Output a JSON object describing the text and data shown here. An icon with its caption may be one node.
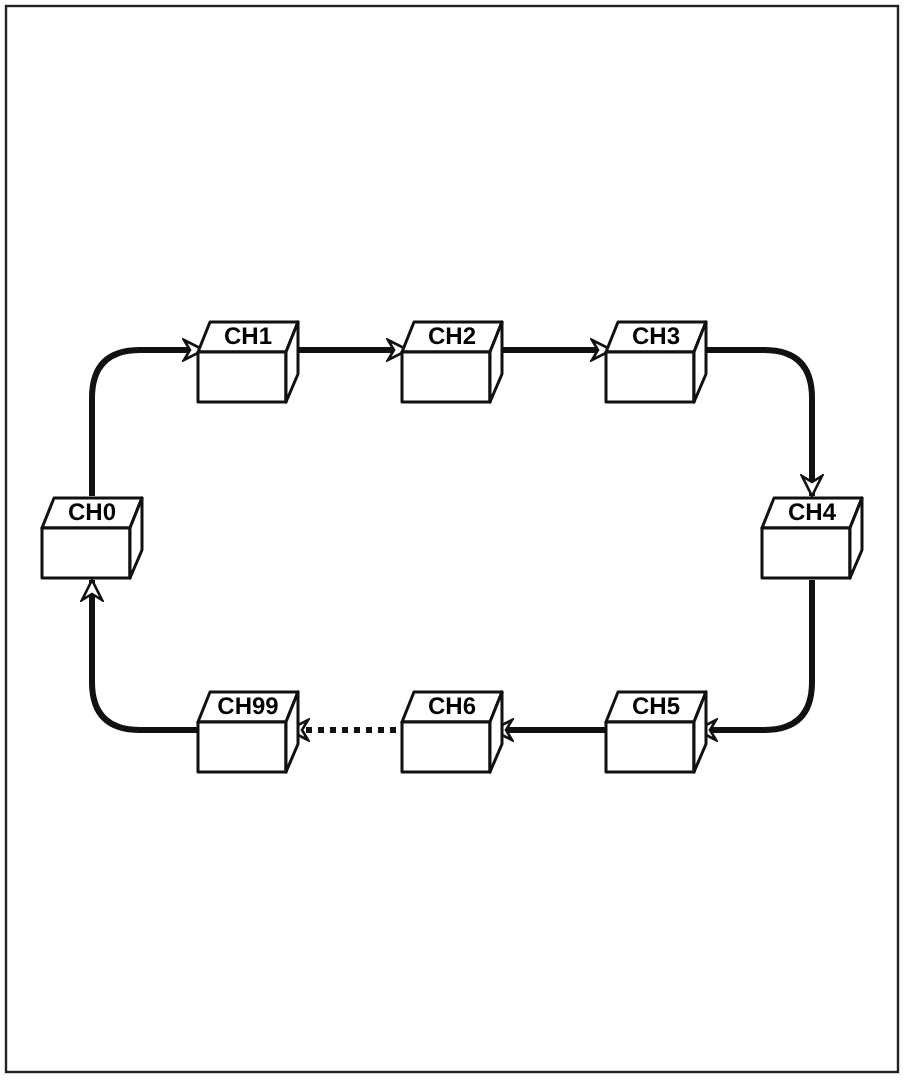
{
  "diagram": {
    "nodes": [
      {
        "text": [
          "CH0"
        ]
      },
      {
        "text": [
          "CH1"
        ]
      },
      {
        "text": [
          "CH2"
        ]
      },
      {
        "text": [
          "CH3"
        ]
      },
      {
        "text": [
          "CH4"
        ]
      },
      {
        "text": [
          "CH5"
        ]
      },
      {
        "text": [
          "CH6"
        ]
      },
      {
        "text": [
          "CH99"
        ]
      }
    ],
    "edges": [
      {
        "from": 0,
        "to": 1,
        "arrow": "to"
      },
      {
        "from": 1,
        "to": 2,
        "arrow": "to"
      },
      {
        "from": 2,
        "to": 3,
        "arrow": "to"
      },
      {
        "from": 3,
        "to": 4,
        "arrow": "to"
      },
      {
        "from": 4,
        "to": 5,
        "arrow": "to"
      },
      {
        "from": 5,
        "to": 6,
        "arrow": "to"
      },
      {
        "from": 6,
        "to": 7,
        "arrow": "to",
        "style": "dashed"
      },
      {
        "from": 7,
        "to": 0,
        "arrow": "to"
      }
    ]
  }
}
